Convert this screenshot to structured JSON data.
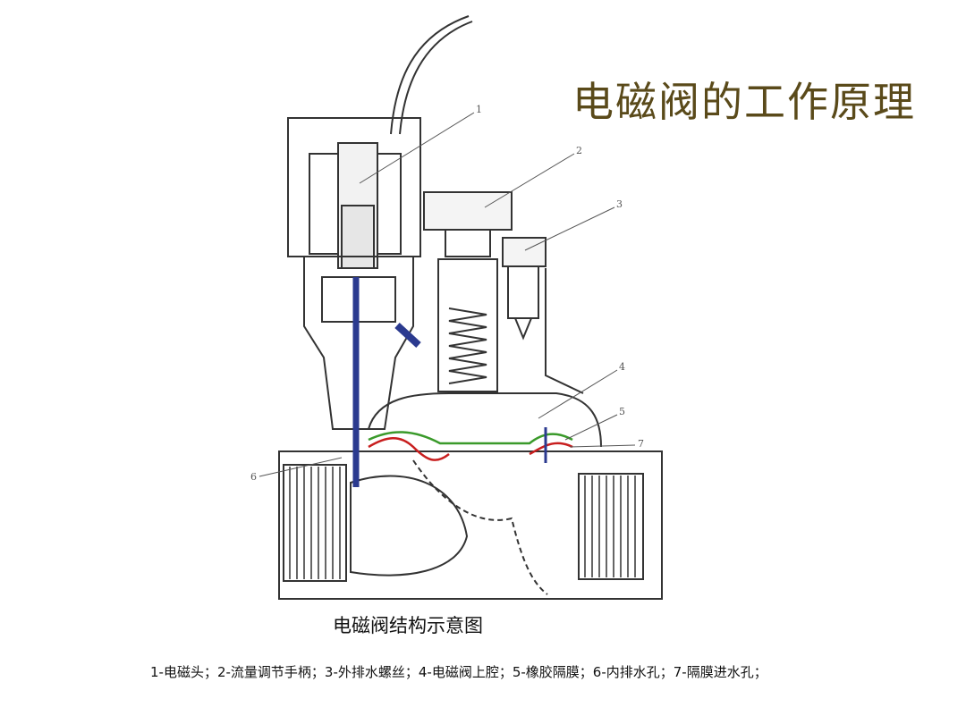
{
  "title": "电磁阀的工作原理",
  "caption": "电磁阀结构示意图",
  "legend": "1-电磁头；2-流量调节手柄；3-外排水螺丝；4-电磁阀上腔；5-橡胶隔膜；6-内排水孔；7-隔膜进水孔；",
  "callouts": [
    "1",
    "2",
    "3",
    "4",
    "5",
    "6",
    "7"
  ],
  "colors": {
    "title": "#5a4a1a",
    "drain_tube": "#2b3a8f",
    "diaphragm_green": "#3a9a2a",
    "diaphragm_red": "#c81e1e",
    "line": "#333333"
  }
}
